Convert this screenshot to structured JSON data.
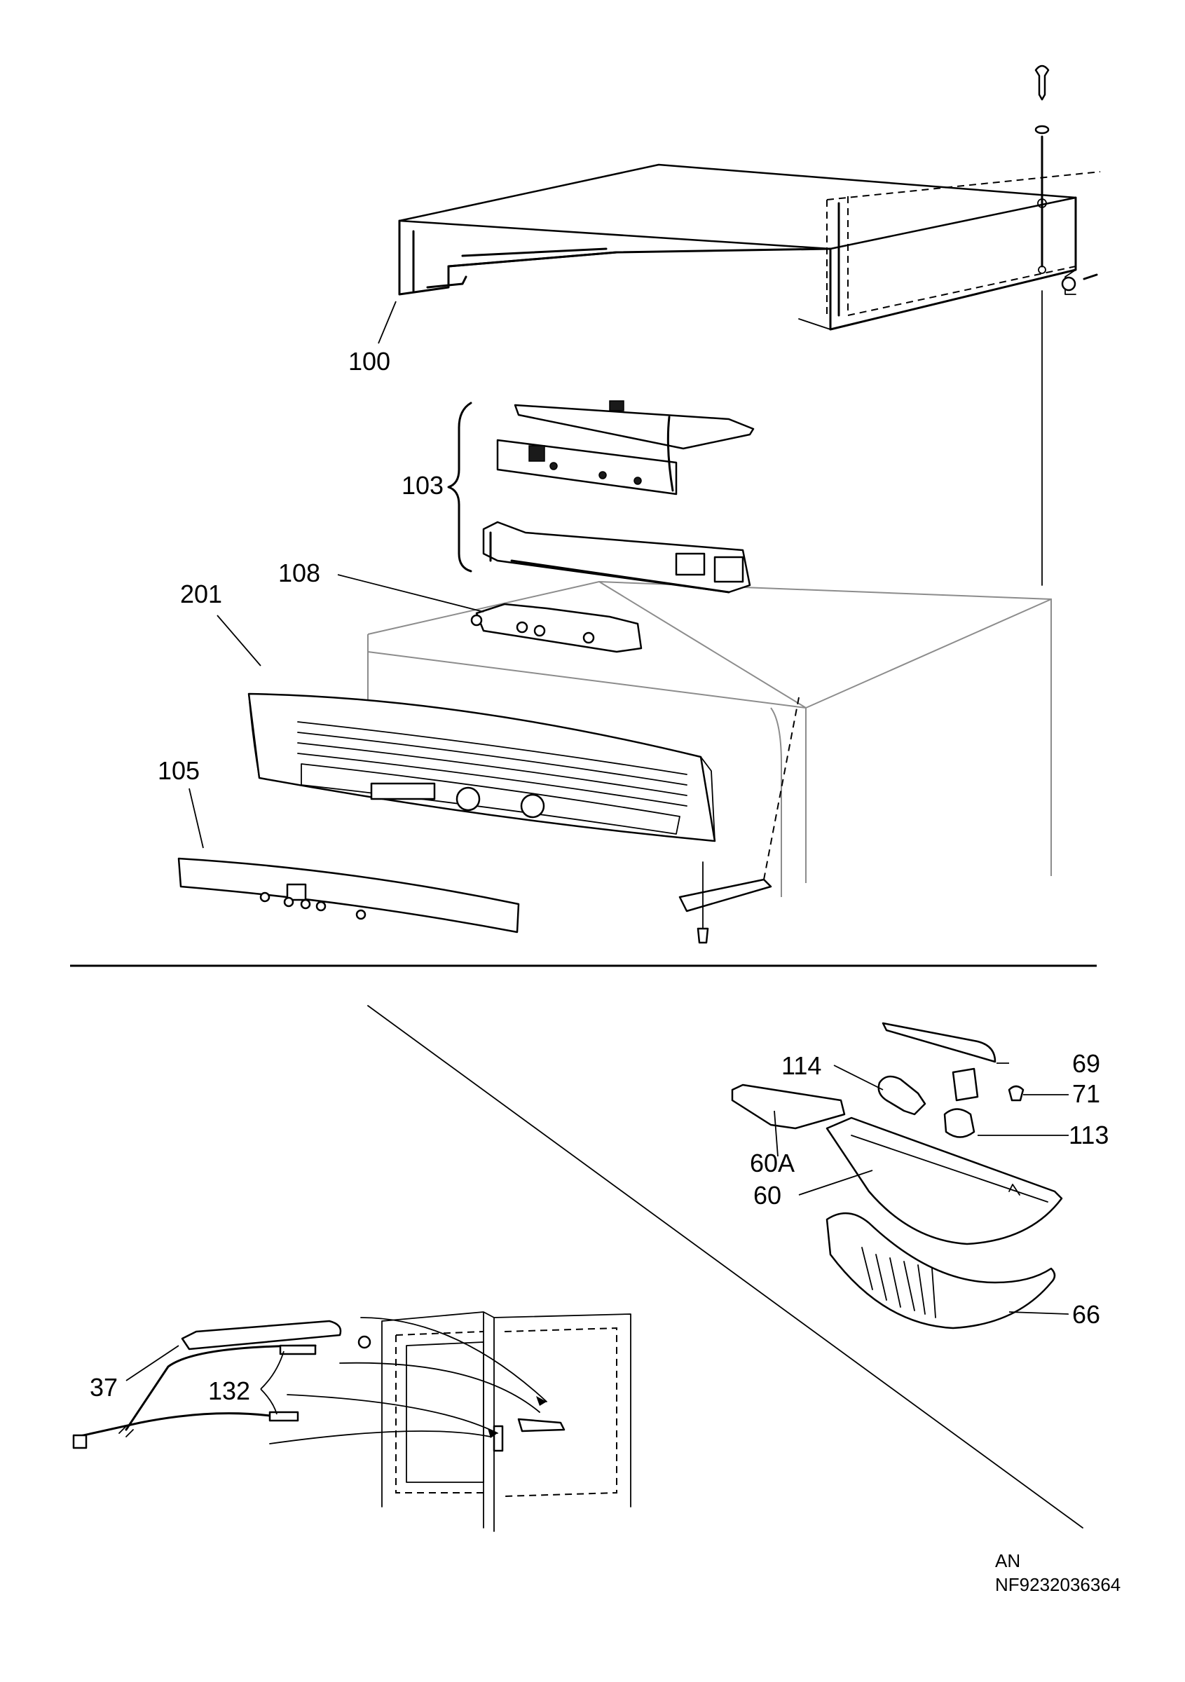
{
  "diagram": {
    "upper_labels": {
      "l100": "100",
      "l103": "103",
      "l108": "108",
      "l201": "201",
      "l105": "105"
    },
    "lower_labels": {
      "l114": "114",
      "l69": "69",
      "l71": "71",
      "l113": "113",
      "l60A": "60A",
      "l60": "60",
      "l66": "66",
      "l37": "37",
      "l132": "132"
    }
  },
  "footer": {
    "line1": "AN",
    "line2": "NF9232036364"
  }
}
